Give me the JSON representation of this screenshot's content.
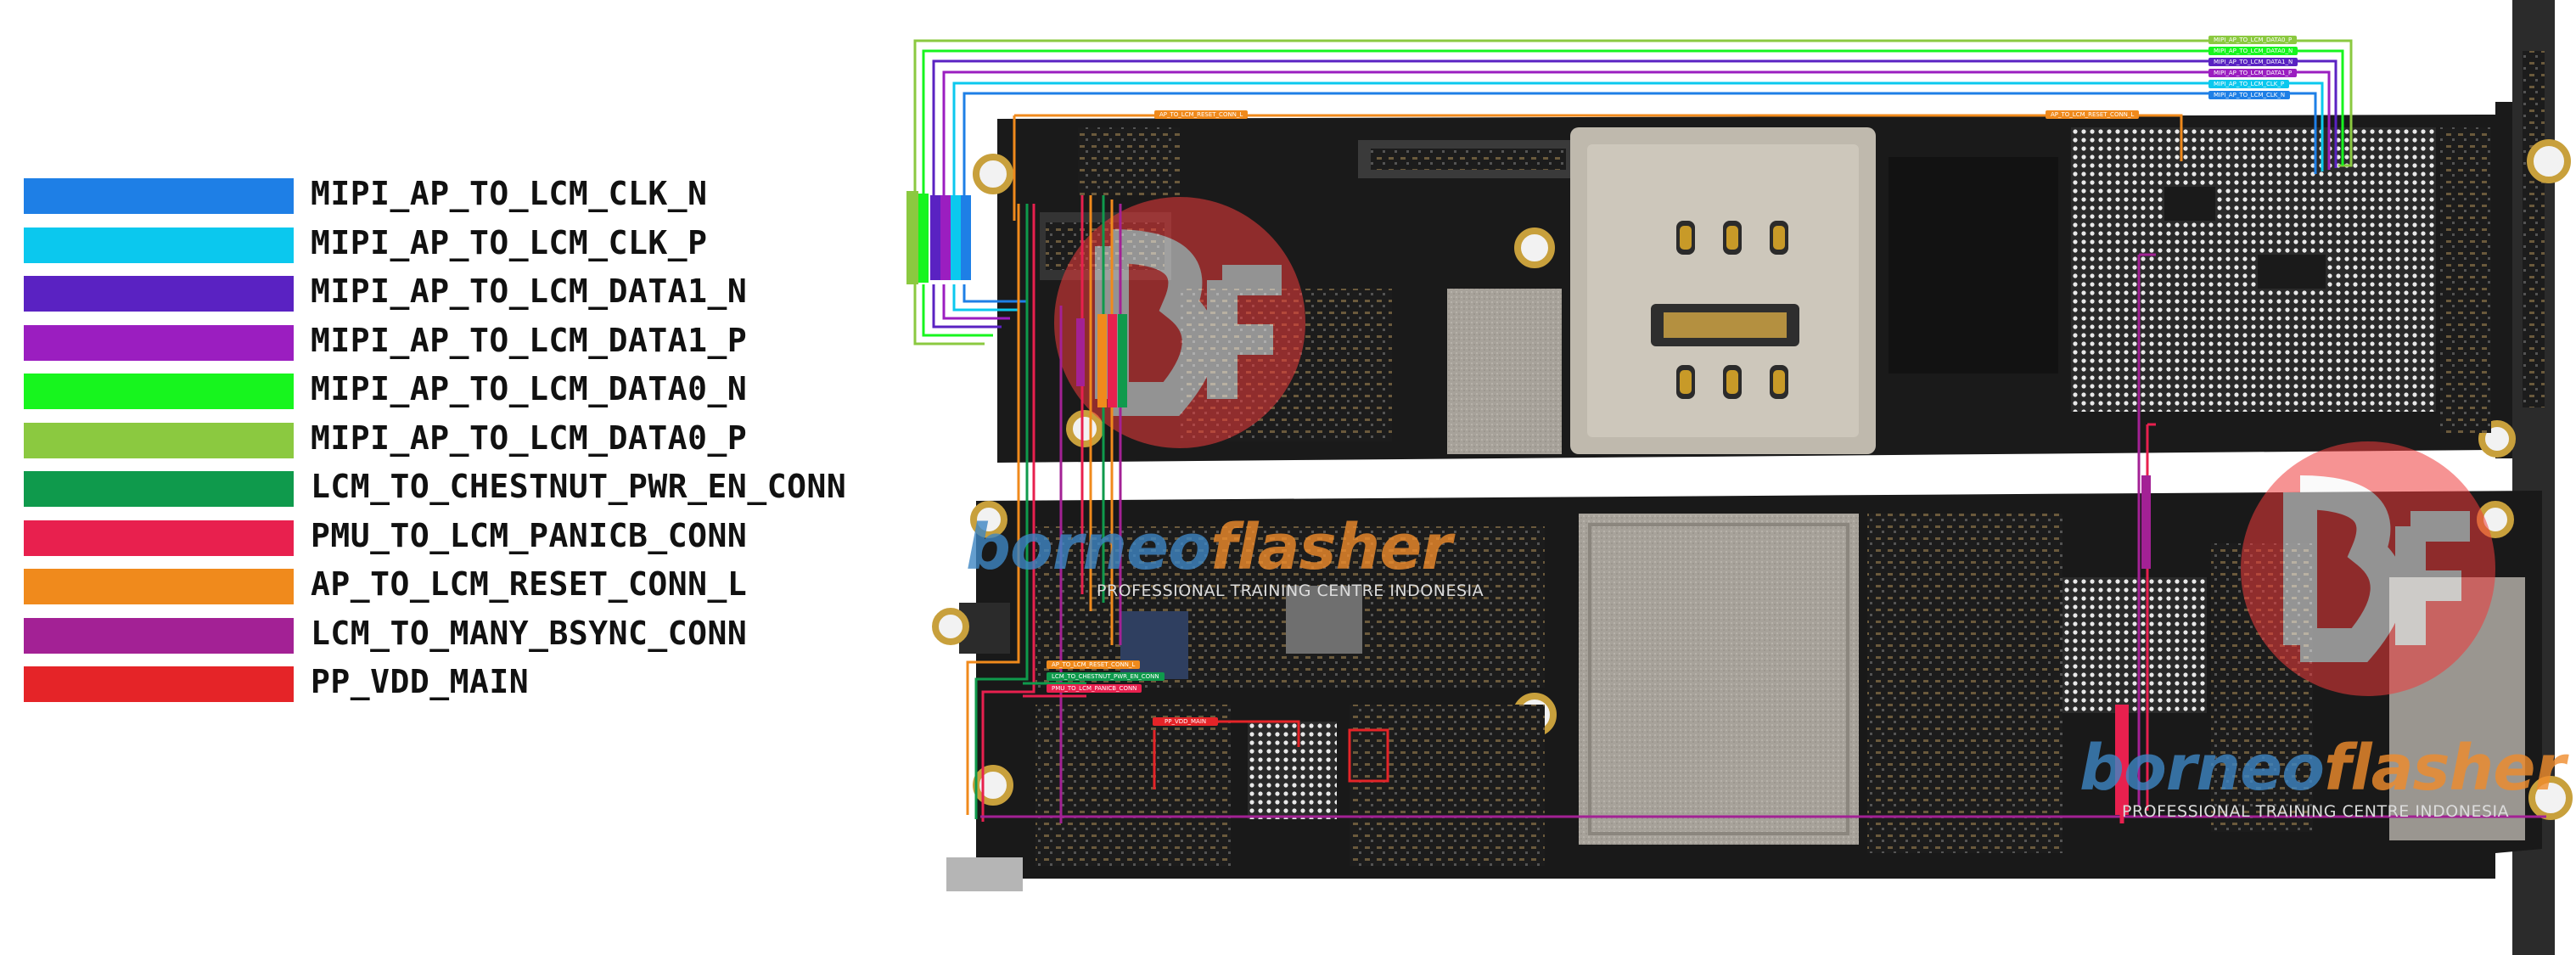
{
  "legend": [
    {
      "label": "MIPI_AP_TO_LCM_CLK_N",
      "color": "#1e7fe6"
    },
    {
      "label": "MIPI_AP_TO_LCM_CLK_P",
      "color": "#0bc8ee"
    },
    {
      "label": "MIPI_AP_TO_LCM_DATA1_N",
      "color": "#5a22c2"
    },
    {
      "label": "MIPI_AP_TO_LCM_DATA1_P",
      "color": "#9b1ec0"
    },
    {
      "label": "MIPI_AP_TO_LCM_DATA0_N",
      "color": "#17f51e"
    },
    {
      "label": "MIPI_AP_TO_LCM_DATA0_P",
      "color": "#8bc940"
    },
    {
      "label": "LCM_TO_CHESTNUT_PWR_EN_CONN",
      "color": "#0f9a4c"
    },
    {
      "label": "PMU_TO_LCM_PANICB_CONN",
      "color": "#e8204e"
    },
    {
      "label": "AP_TO_LCM_RESET_CONN_L",
      "color": "#f08a1c"
    },
    {
      "label": "LCM_TO_MANY_BSYNC_CONN",
      "color": "#a32195"
    },
    {
      "label": "PP_VDD_MAIN",
      "color": "#e52428"
    }
  ],
  "watermarks": {
    "brand_part1": "borneo",
    "brand_part2": "flasher",
    "tagline": "PROFESSIONAL TRAINING CENTRE INDONESIA"
  },
  "board_tags": {
    "reset_top_left": "AP_TO_LCM_RESET_CONN_L",
    "reset_top_right": "AP_TO_LCM_RESET_CONN_L",
    "top_right": [
      "MIPI_AP_TO_LCM_DATA0_P",
      "MIPI_AP_TO_LCM_DATA0_N",
      "MIPI_AP_TO_LCM_DATA1_N",
      "MIPI_AP_TO_LCM_DATA1_P",
      "MIPI_AP_TO_LCM_CLK_P",
      "MIPI_AP_TO_LCM_CLK_N"
    ],
    "bottom_reset": "AP_TO_LCM_RESET_CONN_L",
    "bottom_chestnut": "LCM_TO_CHESTNUT_PWR_EN_CONN",
    "bottom_panicb": "PMU_TO_LCM_PANICB_CONN",
    "bottom_vdd": "PP_VDD_MAIN"
  }
}
